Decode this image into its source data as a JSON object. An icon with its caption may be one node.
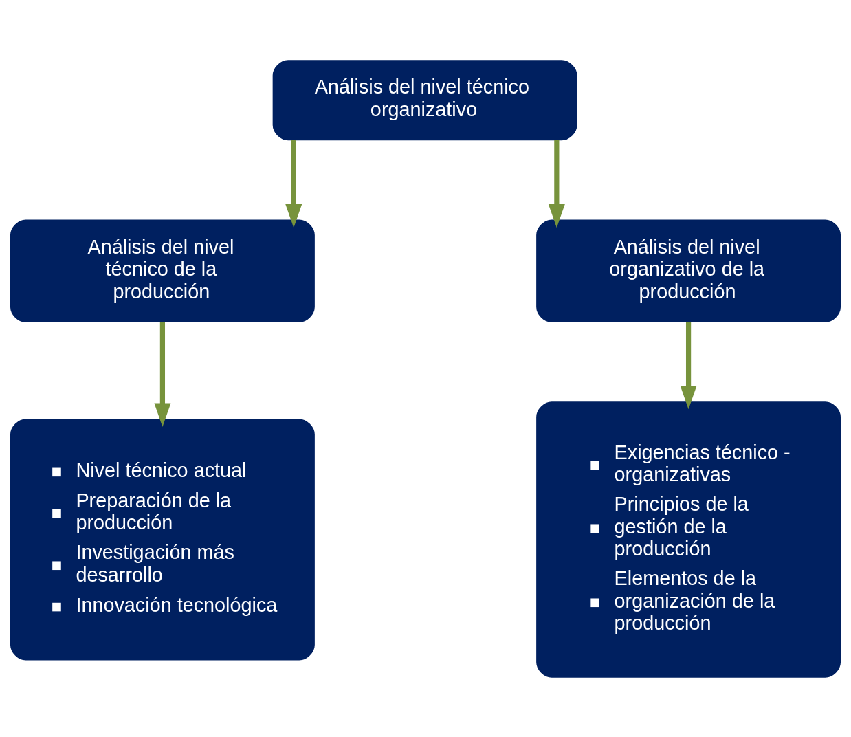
{
  "diagram": {
    "nodes": [
      {
        "text": [
          "Análisis del nivel técnico organizativo"
        ]
      },
      {
        "text": [
          "Análisis del nivel técnico de la producción"
        ]
      },
      {
        "text": [
          "Análisis del nivel organizativo de la producción"
        ]
      },
      {
        "text": [
          "Nivel técnico actual",
          "Preparación de la producción",
          "Investigación más desarrollo",
          "Innovación tecnológica"
        ]
      },
      {
        "text": [
          "Exigencias técnico - organizativas",
          "Principios de la gestión de la producción",
          "Elementos de la organización de la producción"
        ]
      }
    ],
    "edges": [
      {
        "from": 0,
        "to": 1,
        "arrow": "to"
      },
      {
        "from": 0,
        "to": 2,
        "arrow": "to"
      },
      {
        "from": 1,
        "to": 3,
        "arrow": "to"
      },
      {
        "from": 2,
        "to": 4,
        "arrow": "to"
      }
    ]
  }
}
